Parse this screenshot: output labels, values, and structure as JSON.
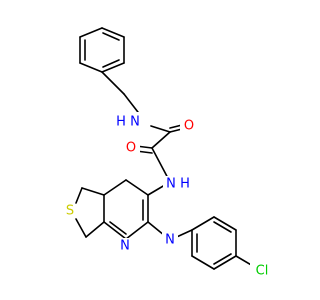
{
  "atoms": {
    "nh_top": {
      "text": "H",
      "color": "#0000ff"
    },
    "n_top": {
      "text": "N",
      "color": "#0000ff"
    },
    "o_upper": {
      "text": "O",
      "color": "#ff0000"
    },
    "o_lower": {
      "text": "O",
      "color": "#ff0000"
    },
    "nh_lower_n": {
      "text": "N",
      "color": "#0000ff"
    },
    "nh_lower_h": {
      "text": "H",
      "color": "#0000ff"
    },
    "s_ring": {
      "text": "S",
      "color": "#cccc00"
    },
    "n_pyrazole_2": {
      "text": "N",
      "color": "#0000ff"
    },
    "n_pyrazole_1": {
      "text": "N",
      "color": "#0000ff"
    },
    "cl": {
      "text": "Cl",
      "color": "#00cc00"
    }
  }
}
